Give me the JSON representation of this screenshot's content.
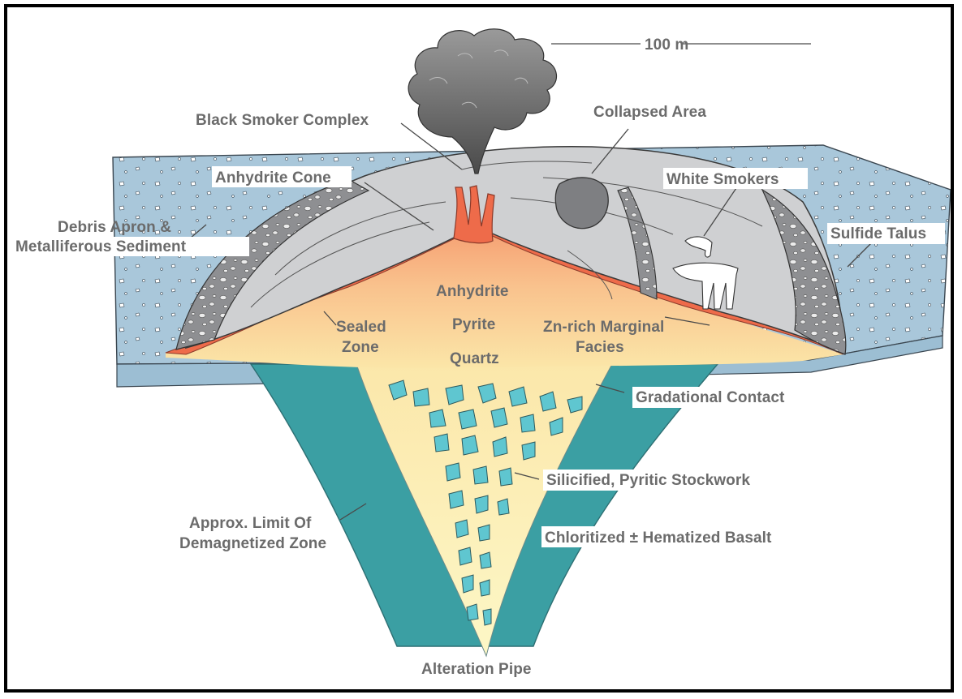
{
  "diagram": {
    "scale_label": "100 m",
    "labels": {
      "black_smoker_complex": "Black Smoker Complex",
      "collapsed_area": "Collapsed Area",
      "anhydrite_cone": "Anhydrite Cone",
      "white_smokers": "White Smokers",
      "debris_apron_line1": "Debris Apron &",
      "debris_apron_line2": "Metalliferous Sediment",
      "sulfide_talus": "Sulfide Talus",
      "anhydrite": "Anhydrite",
      "pyrite": "Pyrite",
      "quartz": "Quartz",
      "sealed_line1": "Sealed",
      "sealed_line2": "Zone",
      "zn_line1": "Zn-rich Marginal",
      "zn_line2": "Facies",
      "gradational_contact": "Gradational Contact",
      "stockwork": "Silicified, Pyritic Stockwork",
      "approx_line1": "Approx. Limit Of",
      "approx_line2": "Demagnetized Zone",
      "basalt": "Chloritized ± Hematized Basalt",
      "alteration_pipe": "Alteration Pipe"
    },
    "colors": {
      "seafloor_sediment": "#a9c7da",
      "sulfide_mound": "#cfd0d2",
      "talus": "#8d8e90",
      "anhydrite_red": "#ee6b4a",
      "mound_core": "#f9c48c",
      "alteration_pipe": "#fbf2b3",
      "basalt": "#3b9fa3",
      "stockwork_fragments": "#5fc6d0",
      "smoke": "#7a7a7a"
    }
  }
}
